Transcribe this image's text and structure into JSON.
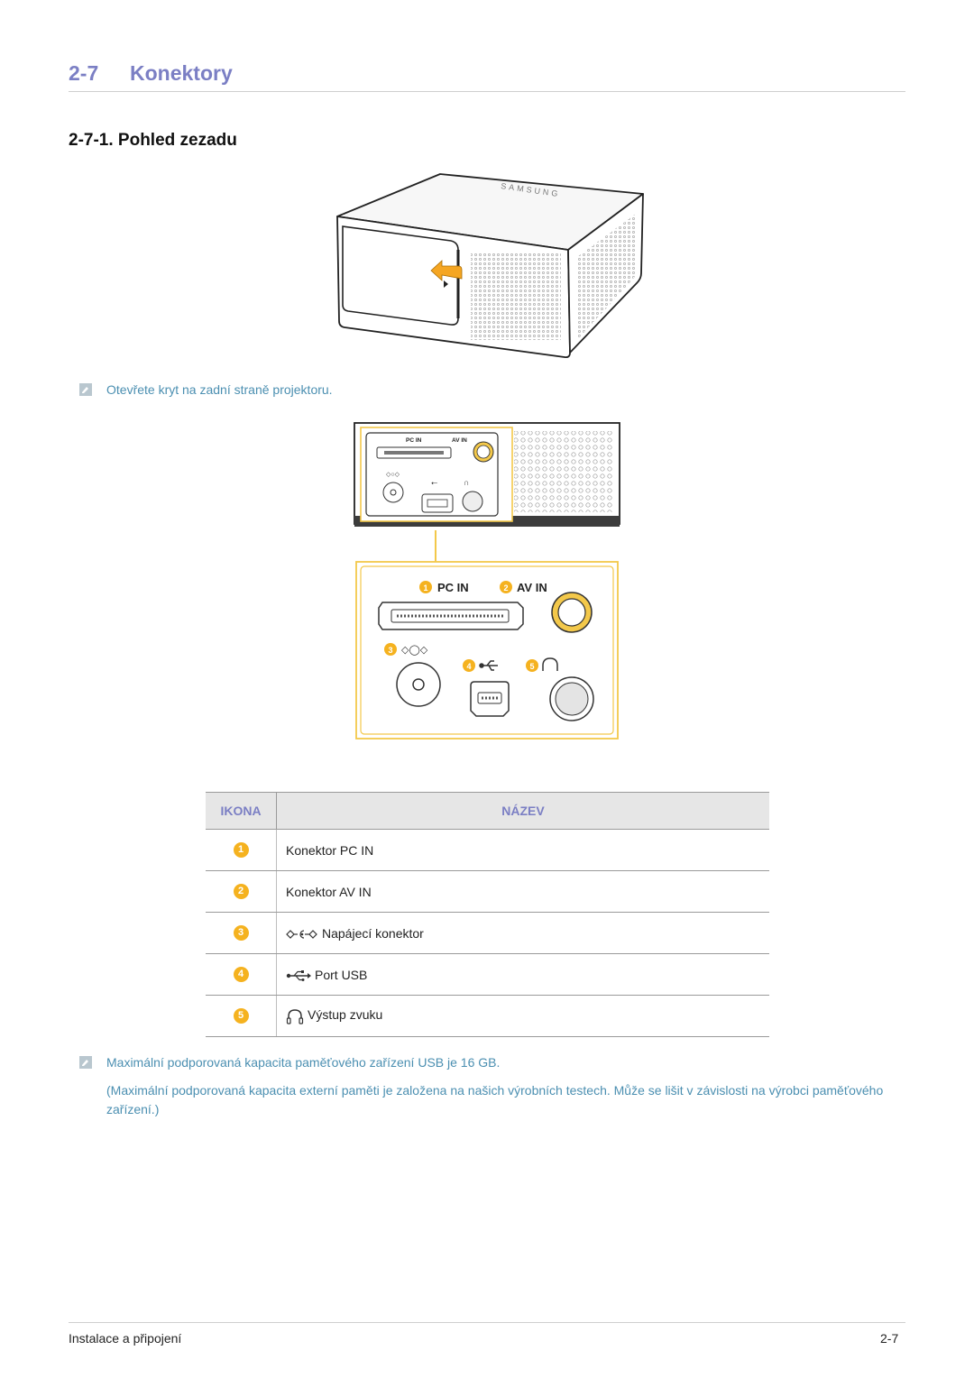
{
  "section": {
    "number": "2-7",
    "title": "Konektory"
  },
  "subsection": {
    "title": "2-7-1. Pohled zezadu"
  },
  "device": {
    "brand": "SAMSUNG"
  },
  "note1": "Otevřete kryt na zadní straně projektoru.",
  "panel_small": {
    "pc_in": "PC IN",
    "av_in": "AV IN"
  },
  "panel_large": {
    "n1": "1",
    "pc_in": "PC IN",
    "n2": "2",
    "av_in": "AV IN",
    "n3": "3",
    "n4": "4",
    "n5": "5"
  },
  "table": {
    "headers": {
      "icon": "IKONA",
      "name": "NÁZEV"
    },
    "rows": [
      {
        "num": "1",
        "name": "Konektor PC IN"
      },
      {
        "num": "2",
        "name": "Konektor AV IN"
      },
      {
        "num": "3",
        "name": "Napájecí konektor",
        "icon": "power-connector-icon"
      },
      {
        "num": "4",
        "name": "Port USB",
        "icon": "usb-icon"
      },
      {
        "num": "5",
        "name": "Výstup zvuku",
        "icon": "headphones-icon"
      }
    ]
  },
  "note2": "Maximální podporovaná kapacita paměťového zařízení USB je 16 GB.",
  "note2_detail": "(Maximální podporovaná kapacita externí paměti je založena na našich výrobních testech. Může se lišit v závislosti na výrobci paměťového zařízení.)",
  "footer": {
    "left": "Instalace a připojení",
    "right": "2-7"
  },
  "colors": {
    "heading": "#7b7fc4",
    "note": "#4b8fb1",
    "badge": "#f5b21f",
    "frame": "#f3c84a"
  }
}
